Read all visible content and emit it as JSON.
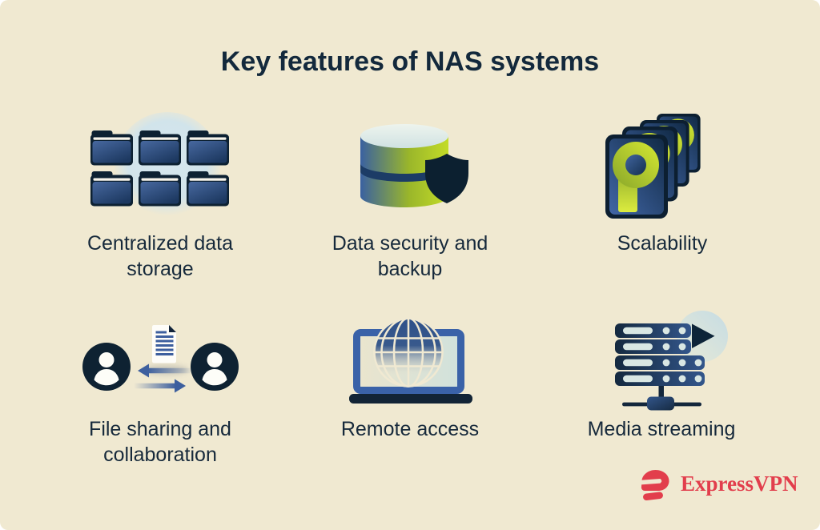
{
  "title": "Key features of NAS systems",
  "features": [
    {
      "label": "Centralized data storage",
      "icon": "folders-icon"
    },
    {
      "label": "Data security and backup",
      "icon": "database-shield-icon"
    },
    {
      "label": "Scalability",
      "icon": "stacked-hard-drives-icon"
    },
    {
      "label": "File sharing and collaboration",
      "icon": "users-file-transfer-icon"
    },
    {
      "label": "Remote access",
      "icon": "laptop-globe-icon"
    },
    {
      "label": "Media streaming",
      "icon": "server-play-icon"
    }
  ],
  "brand": {
    "name": "ExpressVPN"
  },
  "colors": {
    "background": "#f0e9d1",
    "navy": "#0e2334",
    "blue": "#3a5f9e",
    "lime": "#b5d22b",
    "light_blue": "#cfe2e8",
    "text": "#16293b",
    "brand_red": "#e23e4c"
  }
}
